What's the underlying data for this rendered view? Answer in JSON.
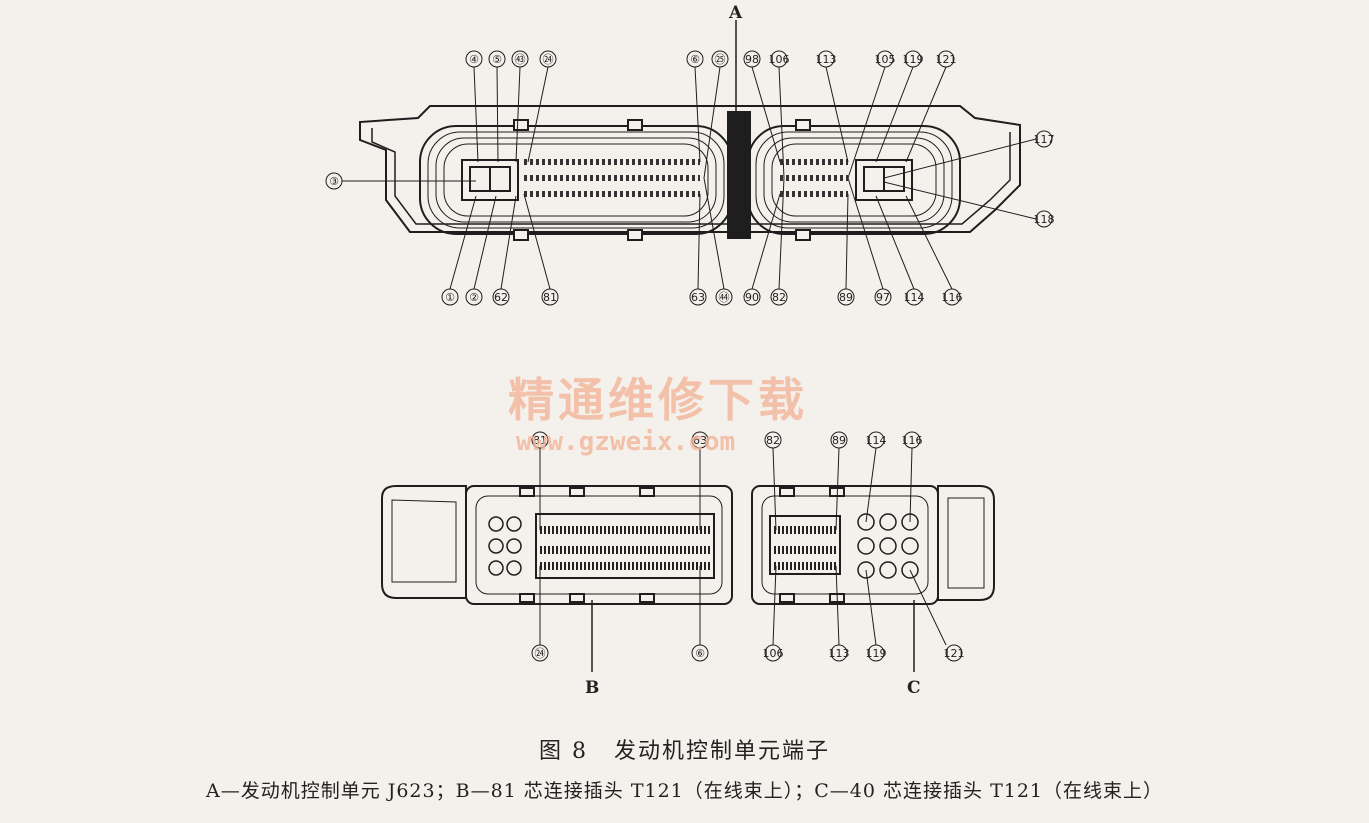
{
  "figure": {
    "number": "图 8",
    "title": "发动机控制单元端子",
    "legend": "A—发动机控制单元 J623；B—81 芯连接插头 T121（在线束上）；C—40 芯连接插头 T121（在线束上）"
  },
  "watermark": {
    "text": "精通维修下载",
    "url": "www.gzweix.com"
  },
  "letters": {
    "A": "A",
    "B": "B",
    "C": "C"
  },
  "top_unit_pins": {
    "top": [
      "④",
      "⑤",
      "㊸",
      "㉔",
      "⑥",
      "㉕",
      "98",
      "106",
      "113",
      "105",
      "119",
      "121"
    ],
    "bottom": [
      "①",
      "②",
      "62",
      "81",
      "63",
      "㊹",
      "90",
      "82",
      "89",
      "97",
      "114",
      "116"
    ],
    "left": [
      "③"
    ],
    "right": [
      "117",
      "118"
    ]
  },
  "connector_b_pins": {
    "top": [
      "81",
      "63"
    ],
    "bottom": [
      "㉔",
      "⑥"
    ]
  },
  "connector_c_pins": {
    "top": [
      "82",
      "89",
      "114",
      "116"
    ],
    "bottom": [
      "106",
      "113",
      "119",
      "121"
    ]
  },
  "colors": {
    "line": "#1e1e1e",
    "background": "#f4f1ec",
    "watermark": "#f3b49a"
  }
}
